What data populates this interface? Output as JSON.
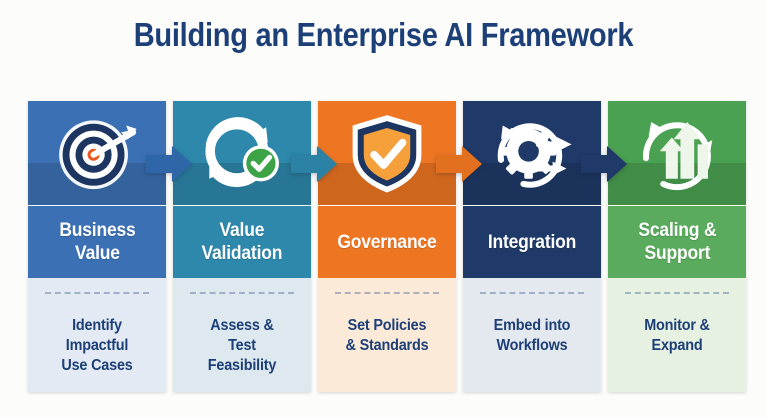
{
  "title": "Building an Enterprise AI Framework",
  "background_color": "#fcfcfa",
  "title_color": "#1d3f77",
  "steps": [
    {
      "id": "business-value",
      "title": "Business\nValue",
      "title_line1": "Business",
      "title_line2": "Value",
      "description": "Identify Impactful Use Cases",
      "desc_line1": "Identify",
      "desc_line2": "Impactful",
      "desc_line3": "Use Cases",
      "icon": "target-bullseye-arrow-icon",
      "header_color": "#3b71b4",
      "title_band_color": "#3b71b4",
      "body_color": "#e3eaf3"
    },
    {
      "id": "value-validation",
      "title": "Value\nValidation",
      "title_line1": "Value",
      "title_line2": "Validation",
      "description": "Assess & Test Feasibility",
      "desc_line1": "Assess &",
      "desc_line2": "Test",
      "desc_line3": "Feasibility",
      "icon": "cycle-check-icon",
      "header_color": "#2d88ac",
      "title_band_color": "#2d88ac",
      "body_color": "#dee9ef"
    },
    {
      "id": "governance",
      "title": "Governance",
      "title_line1": "Governance",
      "title_line2": "",
      "description": "Set Policies & Standards",
      "desc_line1": "Set Policies",
      "desc_line2": "& Standards",
      "desc_line3": "",
      "icon": "shield-check-icon",
      "header_color": "#ee7623",
      "title_band_color": "#ee7623",
      "body_color": "#fbead8"
    },
    {
      "id": "integration",
      "title": "Integration",
      "title_line1": "Integration",
      "title_line2": "",
      "description": "Embed into Workflows",
      "desc_line1": "Embed into",
      "desc_line2": "Workflows",
      "desc_line3": "",
      "icon": "gear-cycle-arrows-icon",
      "header_color": "#1f3a68",
      "title_band_color": "#1f3a68",
      "body_color": "#e4e9ef"
    },
    {
      "id": "scaling-support",
      "title": "Scaling &\nSupport",
      "title_line1": "Scaling &",
      "title_line2": "Support",
      "description": "Monitor & Expand",
      "desc_line1": "Monitor &",
      "desc_line2": "Expand",
      "desc_line3": "",
      "icon": "growth-arrows-cycle-icon",
      "header_color": "#4ba152",
      "title_band_color": "#5aab5d",
      "body_color": "#e6f1e2"
    }
  ],
  "connectors": [
    {
      "id": "arrow-1",
      "from": "business-value",
      "to": "value-validation",
      "color": "#2e66a8",
      "icon": "arrow-right-icon"
    },
    {
      "id": "arrow-2",
      "from": "value-validation",
      "to": "governance",
      "color": "#2b82a4",
      "icon": "arrow-right-icon"
    },
    {
      "id": "arrow-3",
      "from": "governance",
      "to": "integration",
      "color": "#e3701f",
      "icon": "arrow-right-icon"
    },
    {
      "id": "arrow-4",
      "from": "integration",
      "to": "scaling-support",
      "color": "#1f3a68",
      "icon": "arrow-right-icon"
    }
  ]
}
